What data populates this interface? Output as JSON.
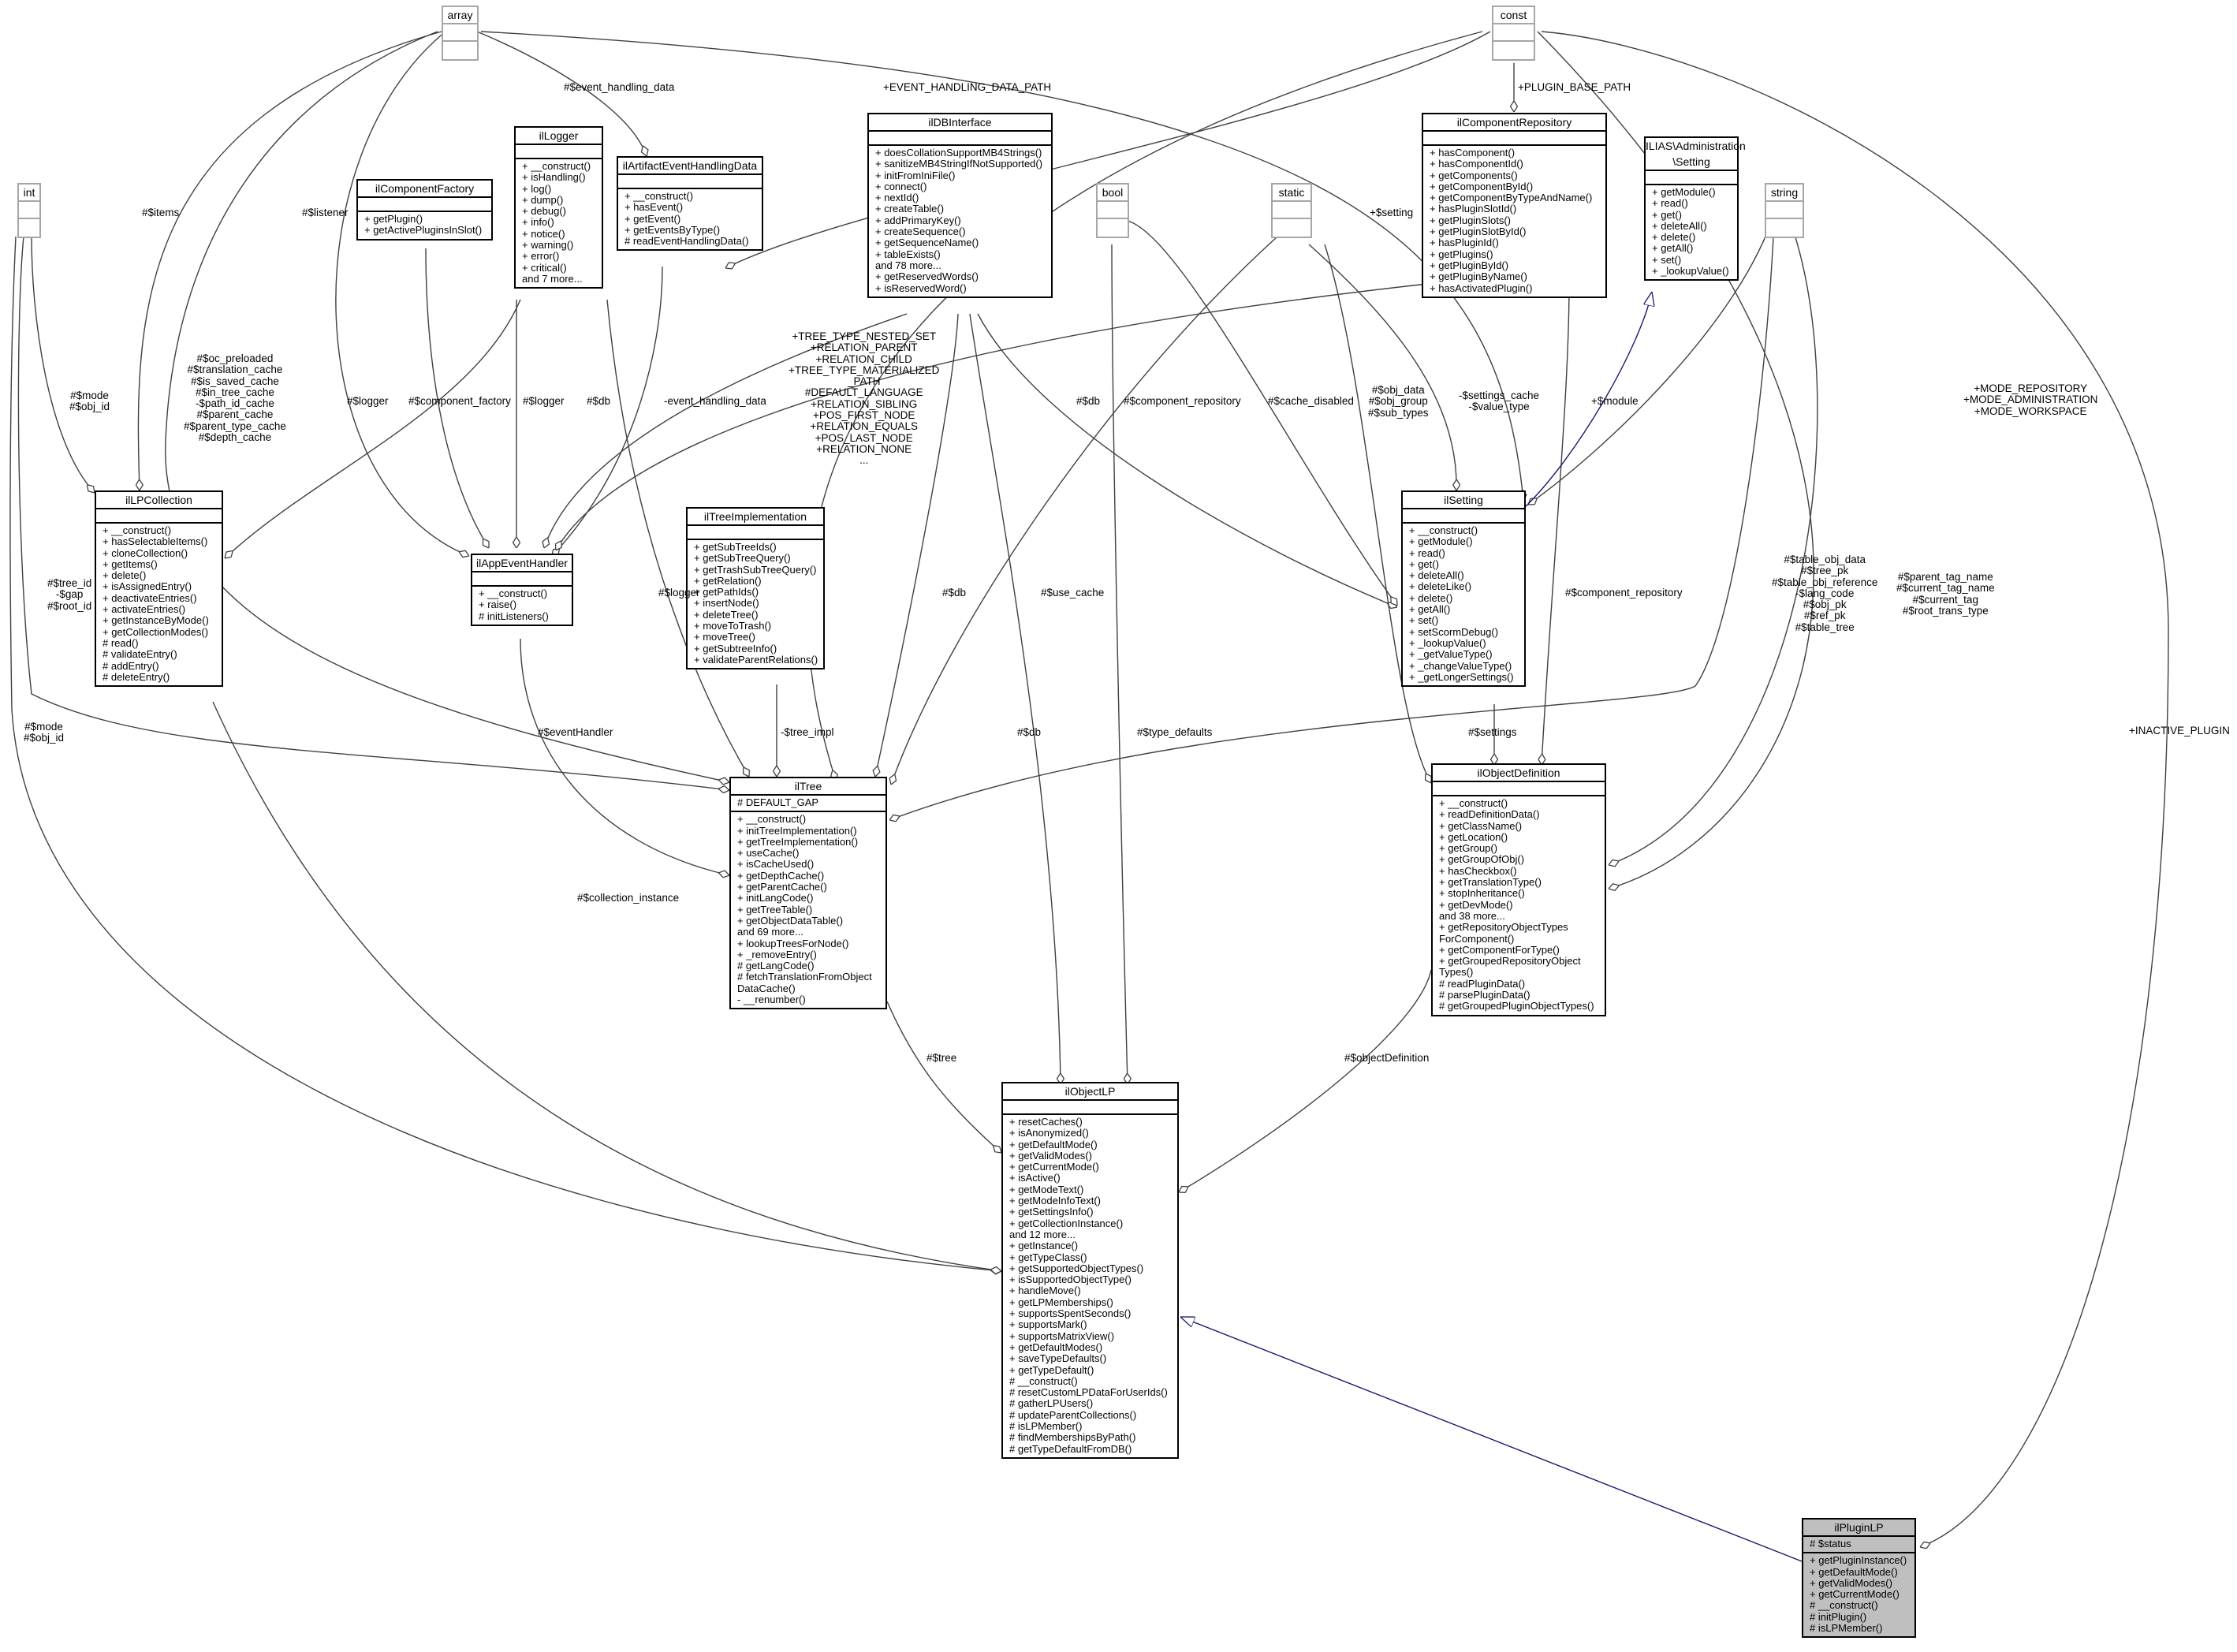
{
  "diagram": {
    "classes": {
      "array": {
        "name": "array",
        "attributes": [],
        "methods": []
      },
      "const": {
        "name": "const",
        "attributes": [],
        "methods": []
      },
      "int": {
        "name": "int",
        "attributes": [],
        "methods": []
      },
      "bool": {
        "name": "bool",
        "attributes": [],
        "methods": []
      },
      "static": {
        "name": "static",
        "attributes": [],
        "methods": []
      },
      "string": {
        "name": "string",
        "attributes": [],
        "methods": []
      },
      "ilLogger": {
        "name": "ilLogger",
        "attributes": [],
        "methods": [
          "+ __construct()",
          "+ isHandling()",
          "+ log()",
          "+ dump()",
          "+ debug()",
          "+ info()",
          "+ notice()",
          "+ warning()",
          "+ error()",
          "+ critical()",
          "and 7 more..."
        ]
      },
      "ilComponentFactory": {
        "name": "ilComponentFactory",
        "attributes": [],
        "methods": [
          "+ getPlugin()",
          "+ getActivePluginsInSlot()"
        ]
      },
      "ilArtifactEventHandlingData": {
        "name": "ilArtifactEventHandlingData",
        "attributes": [],
        "methods": [
          "+ __construct()",
          "+ hasEvent()",
          "+ getEvent()",
          "+ getEventsByType()",
          "# readEventHandlingData()"
        ]
      },
      "ilDBInterface": {
        "name": "ilDBInterface",
        "attributes": [],
        "methods": [
          "+ doesCollationSupportMB4Strings()",
          "+ sanitizeMB4StringIfNotSupported()",
          "+ initFromIniFile()",
          "+ connect()",
          "+ nextId()",
          "+ createTable()",
          "+ addPrimaryKey()",
          "+ createSequence()",
          "+ getSequenceName()",
          "+ tableExists()",
          "and 78 more...",
          "+ getReservedWords()",
          "+ isReservedWord()"
        ]
      },
      "ilComponentRepository": {
        "name": "ilComponentRepository",
        "attributes": [],
        "methods": [
          "+ hasComponent()",
          "+ hasComponentId()",
          "+ getComponents()",
          "+ getComponentById()",
          "+ getComponentByTypeAndName()",
          "+ hasPluginSlotId()",
          "+ getPluginSlots()",
          "+ getPluginSlotById()",
          "+ hasPluginId()",
          "+ getPlugins()",
          "+ getPluginById()",
          "+ getPluginByName()",
          "+ hasActivatedPlugin()"
        ]
      },
      "ILIASSetting": {
        "name": "ILIAS\\Administration\n\\Setting",
        "attributes": [],
        "methods": [
          "+ getModule()",
          "+ read()",
          "+ get()",
          "+ deleteAll()",
          "+ delete()",
          "+ getAll()",
          "+ set()",
          "+ _lookupValue()"
        ]
      },
      "ilLPCollection": {
        "name": "ilLPCollection",
        "attributes": [],
        "methods": [
          "+ __construct()",
          "+ hasSelectableItems()",
          "+ cloneCollection()",
          "+ getItems()",
          "+ delete()",
          "+ isAssignedEntry()",
          "+ deactivateEntries()",
          "+ activateEntries()",
          "+ getInstanceByMode()",
          "+ getCollectionModes()",
          "# read()",
          "# validateEntry()",
          "# addEntry()",
          "# deleteEntry()"
        ]
      },
      "ilAppEventHandler": {
        "name": "ilAppEventHandler",
        "attributes": [],
        "methods": [
          "+ __construct()",
          "+ raise()",
          "# initListeners()"
        ]
      },
      "ilTreeImplementation": {
        "name": "ilTreeImplementation",
        "attributes": [],
        "methods": [
          "+ getSubTreeIds()",
          "+ getSubTreeQuery()",
          "+ getTrashSubTreeQuery()",
          "+ getRelation()",
          "+ getPathIds()",
          "+ insertNode()",
          "+ deleteTree()",
          "+ moveToTrash()",
          "+ moveTree()",
          "+ getSubtreeInfo()",
          "+ validateParentRelations()"
        ]
      },
      "ilSetting": {
        "name": "ilSetting",
        "attributes": [],
        "methods": [
          "+ __construct()",
          "+ getModule()",
          "+ read()",
          "+ get()",
          "+ deleteAll()",
          "+ deleteLike()",
          "+ delete()",
          "+ getAll()",
          "+ set()",
          "+ setScormDebug()",
          "+ _lookupValue()",
          "+ _getValueType()",
          "+ _changeValueType()",
          "+ _getLongerSettings()"
        ]
      },
      "ilTree": {
        "name": "ilTree",
        "attributes": [
          "# DEFAULT_GAP"
        ],
        "methods": [
          "+ __construct()",
          "+ initTreeImplementation()",
          "+ getTreeImplementation()",
          "+ useCache()",
          "+ isCacheUsed()",
          "+ getDepthCache()",
          "+ getParentCache()",
          "+ initLangCode()",
          "+ getTreeTable()",
          "+ getObjectDataTable()",
          "and 69 more...",
          "+ lookupTreesForNode()",
          "+ _removeEntry()",
          "# getLangCode()",
          "# fetchTranslationFromObject",
          "DataCache()",
          "- __renumber()"
        ]
      },
      "ilObjectDefinition": {
        "name": "ilObjectDefinition",
        "attributes": [],
        "methods": [
          "+ __construct()",
          "+ readDefinitionData()",
          "+ getClassName()",
          "+ getLocation()",
          "+ getGroup()",
          "+ getGroupOfObj()",
          "+ hasCheckbox()",
          "+ getTranslationType()",
          "+ stopInheritance()",
          "+ getDevMode()",
          "and 38 more...",
          "+ getRepositoryObjectTypes",
          "ForComponent()",
          "+ getComponentForType()",
          "+ getGroupedRepositoryObject",
          "Types()",
          "# readPluginData()",
          "# parsePluginData()",
          "# getGroupedPluginObjectTypes()"
        ]
      },
      "ilObjectLP": {
        "name": "ilObjectLP",
        "attributes": [],
        "methods": [
          "+ resetCaches()",
          "+ isAnonymized()",
          "+ getDefaultMode()",
          "+ getValidModes()",
          "+ getCurrentMode()",
          "+ isActive()",
          "+ getModeText()",
          "+ getModeInfoText()",
          "+ getSettingsInfo()",
          "+ getCollectionInstance()",
          "and 12 more...",
          "+ getInstance()",
          "+ getTypeClass()",
          "+ getSupportedObjectTypes()",
          "+ isSupportedObjectType()",
          "+ handleMove()",
          "+ getLPMemberships()",
          "+ supportsSpentSeconds()",
          "+ supportsMark()",
          "+ supportsMatrixView()",
          "+ getDefaultModes()",
          "+ saveTypeDefaults()",
          "+ getTypeDefault()",
          "# __construct()",
          "# resetCustomLPDataForUserIds()",
          "# gatherLPUsers()",
          "# updateParentCollections()",
          "# isLPMember()",
          "# findMembershipsByPath()",
          "# getTypeDefaultFromDB()"
        ]
      },
      "ilPluginLP": {
        "name": "ilPluginLP",
        "attributes": [
          "# $status"
        ],
        "methods": [
          "+ getPluginInstance()",
          "+ getDefaultMode()",
          "+ getValidModes()",
          "+ getCurrentMode()",
          "# __construct()",
          "# initPlugin()",
          "# isLPMember()"
        ]
      }
    },
    "edge_labels": {
      "items": "#$items",
      "listener": "#$listener",
      "event_handling_data_top": "#$event_handling_data",
      "event_handling_data_path": "+EVENT_HANDLING_DATA_PATH",
      "plugin_base_path": "+PLUGIN_BASE_PATH",
      "setting": "+$setting",
      "mode_repo": "+MODE_REPOSITORY\n+MODE_ADMINISTRATION\n+MODE_WORKSPACE",
      "inactive_plugin": "+INACTIVE_PLUGIN",
      "coll_caches": "#$oc_preloaded\n#$translation_cache\n#$is_saved_cache\n#$in_tree_cache\n-$path_id_cache\n#$parent_cache\n#$parent_type_cache\n#$depth_cache",
      "mode_obj_1": "#$mode\n#$obj_id",
      "logger_1": "#$logger",
      "component_factory": "#$component_factory",
      "logger_2": "#$logger",
      "db_1": "#$db",
      "event_handling_data_2": "-event_handling_data",
      "tree_constants": "+TREE_TYPE_NESTED_SET\n+RELATION_PARENT\n+RELATION_CHILD\n+TREE_TYPE_MATERIALIZED\n_PATH\n#DEFAULT_LANGUAGE\n+RELATION_SIBLING\n+POS_FIRST_NODE\n+RELATION_EQUALS\n+POS_LAST_NODE\n+RELATION_NONE\n...",
      "db_2": "#$db",
      "component_repository": "#$component_repository",
      "cache_disabled": "#$cache_disabled",
      "obj_data": "#$obj_data\n#$obj_group\n#$sub_types",
      "settings_cache": "-$settings_cache\n-$value_type",
      "module": "+$module",
      "tree_id": "#$tree_id\n-$gap\n#$root_id",
      "logger_3": "#$logger",
      "db_3": "#$db",
      "use_cache": "#$use_cache",
      "component_repository_2": "#$component_repository",
      "table_obj_data": "#$table_obj_data\n#$tree_pk\n#$table_obj_reference\n-$lang_code\n#$obj_pk\n#$ref_pk\n#$table_tree",
      "parent_tag": "#$parent_tag_name\n#$current_tag_name\n#$current_tag\n#$root_trans_type",
      "mode_obj_2": "#$mode\n#$obj_id",
      "event_handler": "#$eventHandler",
      "tree_impl": "-$tree_impl",
      "db_4": "#$db",
      "type_defaults": "#$type_defaults",
      "settings": "#$settings",
      "collection_instance": "#$collection_instance",
      "tree": "#$tree",
      "object_definition": "#$objectDefinition"
    }
  }
}
